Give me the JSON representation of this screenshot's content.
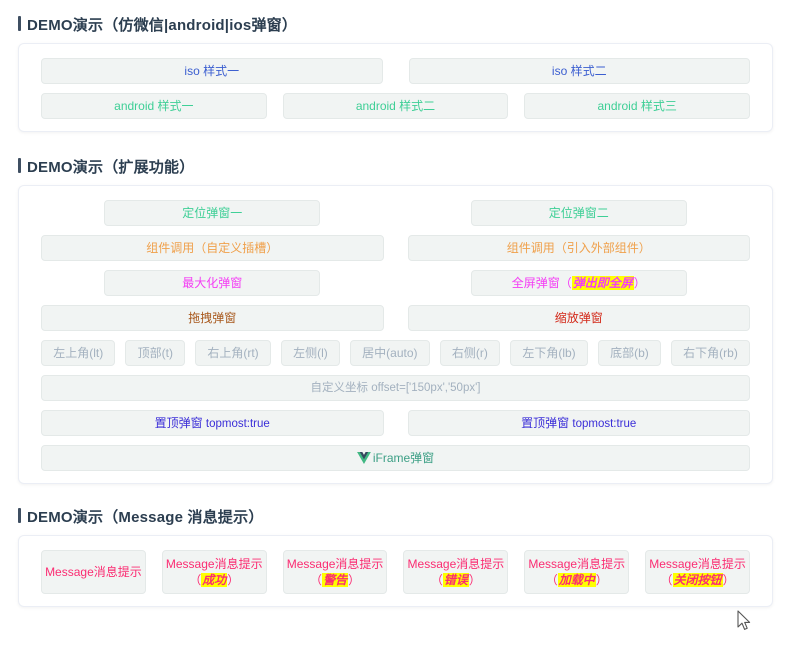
{
  "sections": [
    {
      "title": "DEMO演示（仿微信|android|ios弹窗）",
      "rows": [
        [
          {
            "label": "iso 样式一",
            "color": "c-blue"
          },
          {
            "label": "iso 样式二",
            "color": "c-blue"
          }
        ],
        [
          {
            "label": "android 样式一",
            "color": "c-green"
          },
          {
            "label": "android 样式二",
            "color": "c-green"
          },
          {
            "label": "android 样式三",
            "color": "c-green"
          }
        ]
      ]
    },
    {
      "title": "DEMO演示（扩展功能）",
      "pairs": [
        {
          "left": {
            "label": "定位弹窗一",
            "color": "c-green",
            "width": "narrow"
          },
          "right": {
            "label": "定位弹窗二",
            "color": "c-green",
            "width": "narrow"
          }
        },
        {
          "left": {
            "label": "组件调用（自定义插槽）",
            "color": "c-orange",
            "width": "wide"
          },
          "right": {
            "label": "组件调用（引入外部组件）",
            "color": "c-orange",
            "width": "wide"
          }
        },
        {
          "left": {
            "label": "最大化弹窗",
            "color": "c-magenta",
            "width": "narrow"
          },
          "right": {
            "label_pre": "全屏弹窗（",
            "label_hl": "弹出即全屏",
            "label_post": "）",
            "color": "c-magenta",
            "width": "narrow"
          }
        },
        {
          "left": {
            "label": "拖拽弹窗",
            "color": "c-brown",
            "width": "wide"
          },
          "right": {
            "label": "缩放弹窗",
            "color": "c-red",
            "width": "wide"
          }
        }
      ],
      "positions": [
        {
          "label": "左上角(lt)"
        },
        {
          "label": "顶部(t)"
        },
        {
          "label": "右上角(rt)"
        },
        {
          "label": "左侧(l)"
        },
        {
          "label": "居中(auto)"
        },
        {
          "label": "右侧(r)"
        },
        {
          "label": "左下角(lb)"
        },
        {
          "label": "底部(b)"
        },
        {
          "label": "右下角(rb)"
        }
      ],
      "offset_button": {
        "label": "自定义坐标 offset=['150px','50px']",
        "color": "c-grey"
      },
      "topmost": [
        {
          "label_pre": "置顶弹窗",
          "label_post": " topmost:true",
          "color": "c-indigo"
        },
        {
          "label_pre": "置顶弹窗",
          "label_post": " topmost:true",
          "color": "c-indigo"
        }
      ],
      "iframe_button": {
        "label": "iFrame弹窗",
        "color": "c-teal",
        "icon": "vue-logo-icon"
      }
    },
    {
      "title": "DEMO演示（Message 消息提示）",
      "messages": [
        {
          "line1": "Message消息提示",
          "hl": "",
          "color": "c-pink"
        },
        {
          "line1": "Message消息提示",
          "hl": "成功",
          "color": "c-pink"
        },
        {
          "line1": "Message消息提示",
          "hl": "警告",
          "color": "c-pink"
        },
        {
          "line1": "Message消息提示",
          "hl": "错误",
          "color": "c-pink"
        },
        {
          "line1": "Message消息提示",
          "hl": "加载中",
          "color": "c-pink"
        },
        {
          "line1": "Message消息提示",
          "hl": "关闭按钮",
          "color": "c-pink"
        }
      ],
      "paren_open": "（",
      "paren_close": "）"
    }
  ],
  "colors": {
    "accent_blue": "#3b5ed0",
    "accent_green": "#3ecf96",
    "accent_orange": "#f0a04b",
    "accent_magenta": "#f43df4",
    "accent_pink": "#fb2c72",
    "highlight_yellow": "#ffff00",
    "title_text": "#2c3e50",
    "button_bg": "#f1f4f3"
  }
}
